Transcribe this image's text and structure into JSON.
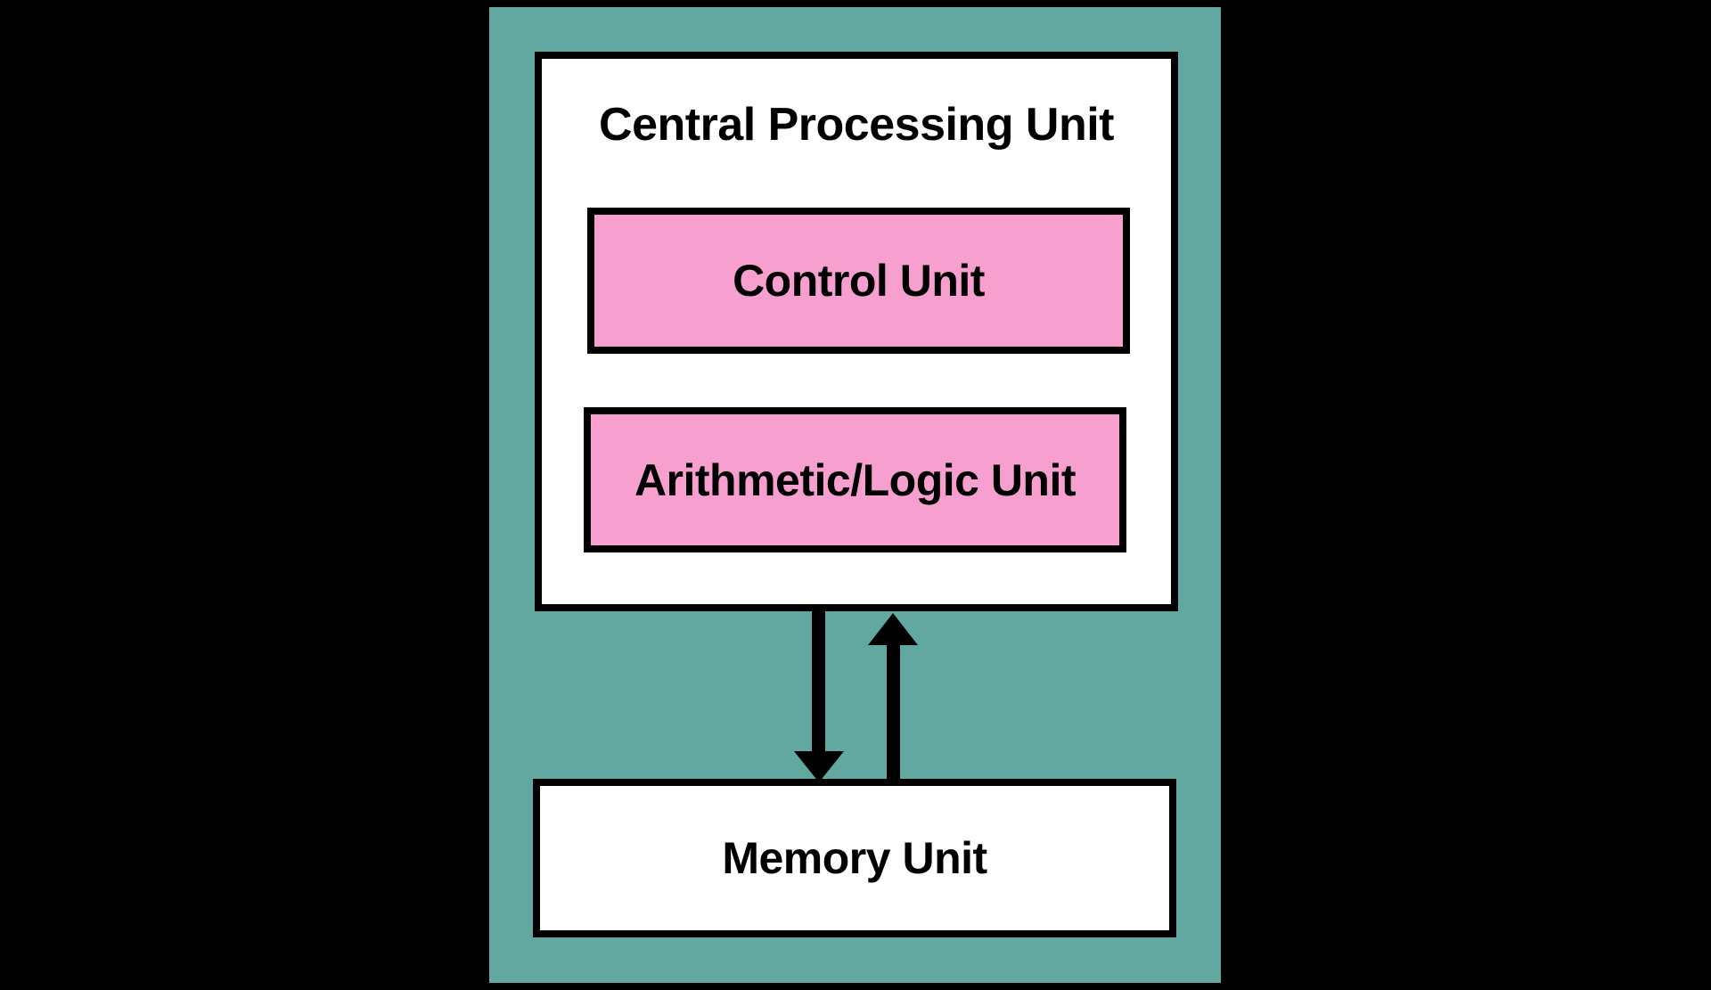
{
  "diagram": {
    "title": "Computer organization block diagram",
    "background_color": "#000000",
    "panel": {
      "name": "computer-panel",
      "color": "#63a8a0"
    },
    "cpu": {
      "label": "Central Processing Unit",
      "fill": "#ffffff",
      "border": "#000000",
      "subunits": [
        {
          "id": "control-unit",
          "label": "Control Unit",
          "fill": "#f79fcf"
        },
        {
          "id": "alu",
          "label": "Arithmetic/Logic Unit",
          "fill": "#f79fcf"
        }
      ]
    },
    "memory": {
      "id": "memory-unit",
      "label": "Memory Unit",
      "fill": "#ffffff",
      "border": "#000000"
    },
    "connectors": [
      {
        "id": "cpu-to-memory-arrow",
        "icon": "arrow-down-icon",
        "from": "Central Processing Unit",
        "to": "Memory Unit",
        "direction": "down",
        "color": "#000000"
      },
      {
        "id": "memory-to-cpu-arrow",
        "icon": "arrow-up-icon",
        "from": "Memory Unit",
        "to": "Central Processing Unit",
        "direction": "up",
        "color": "#000000"
      }
    ]
  }
}
